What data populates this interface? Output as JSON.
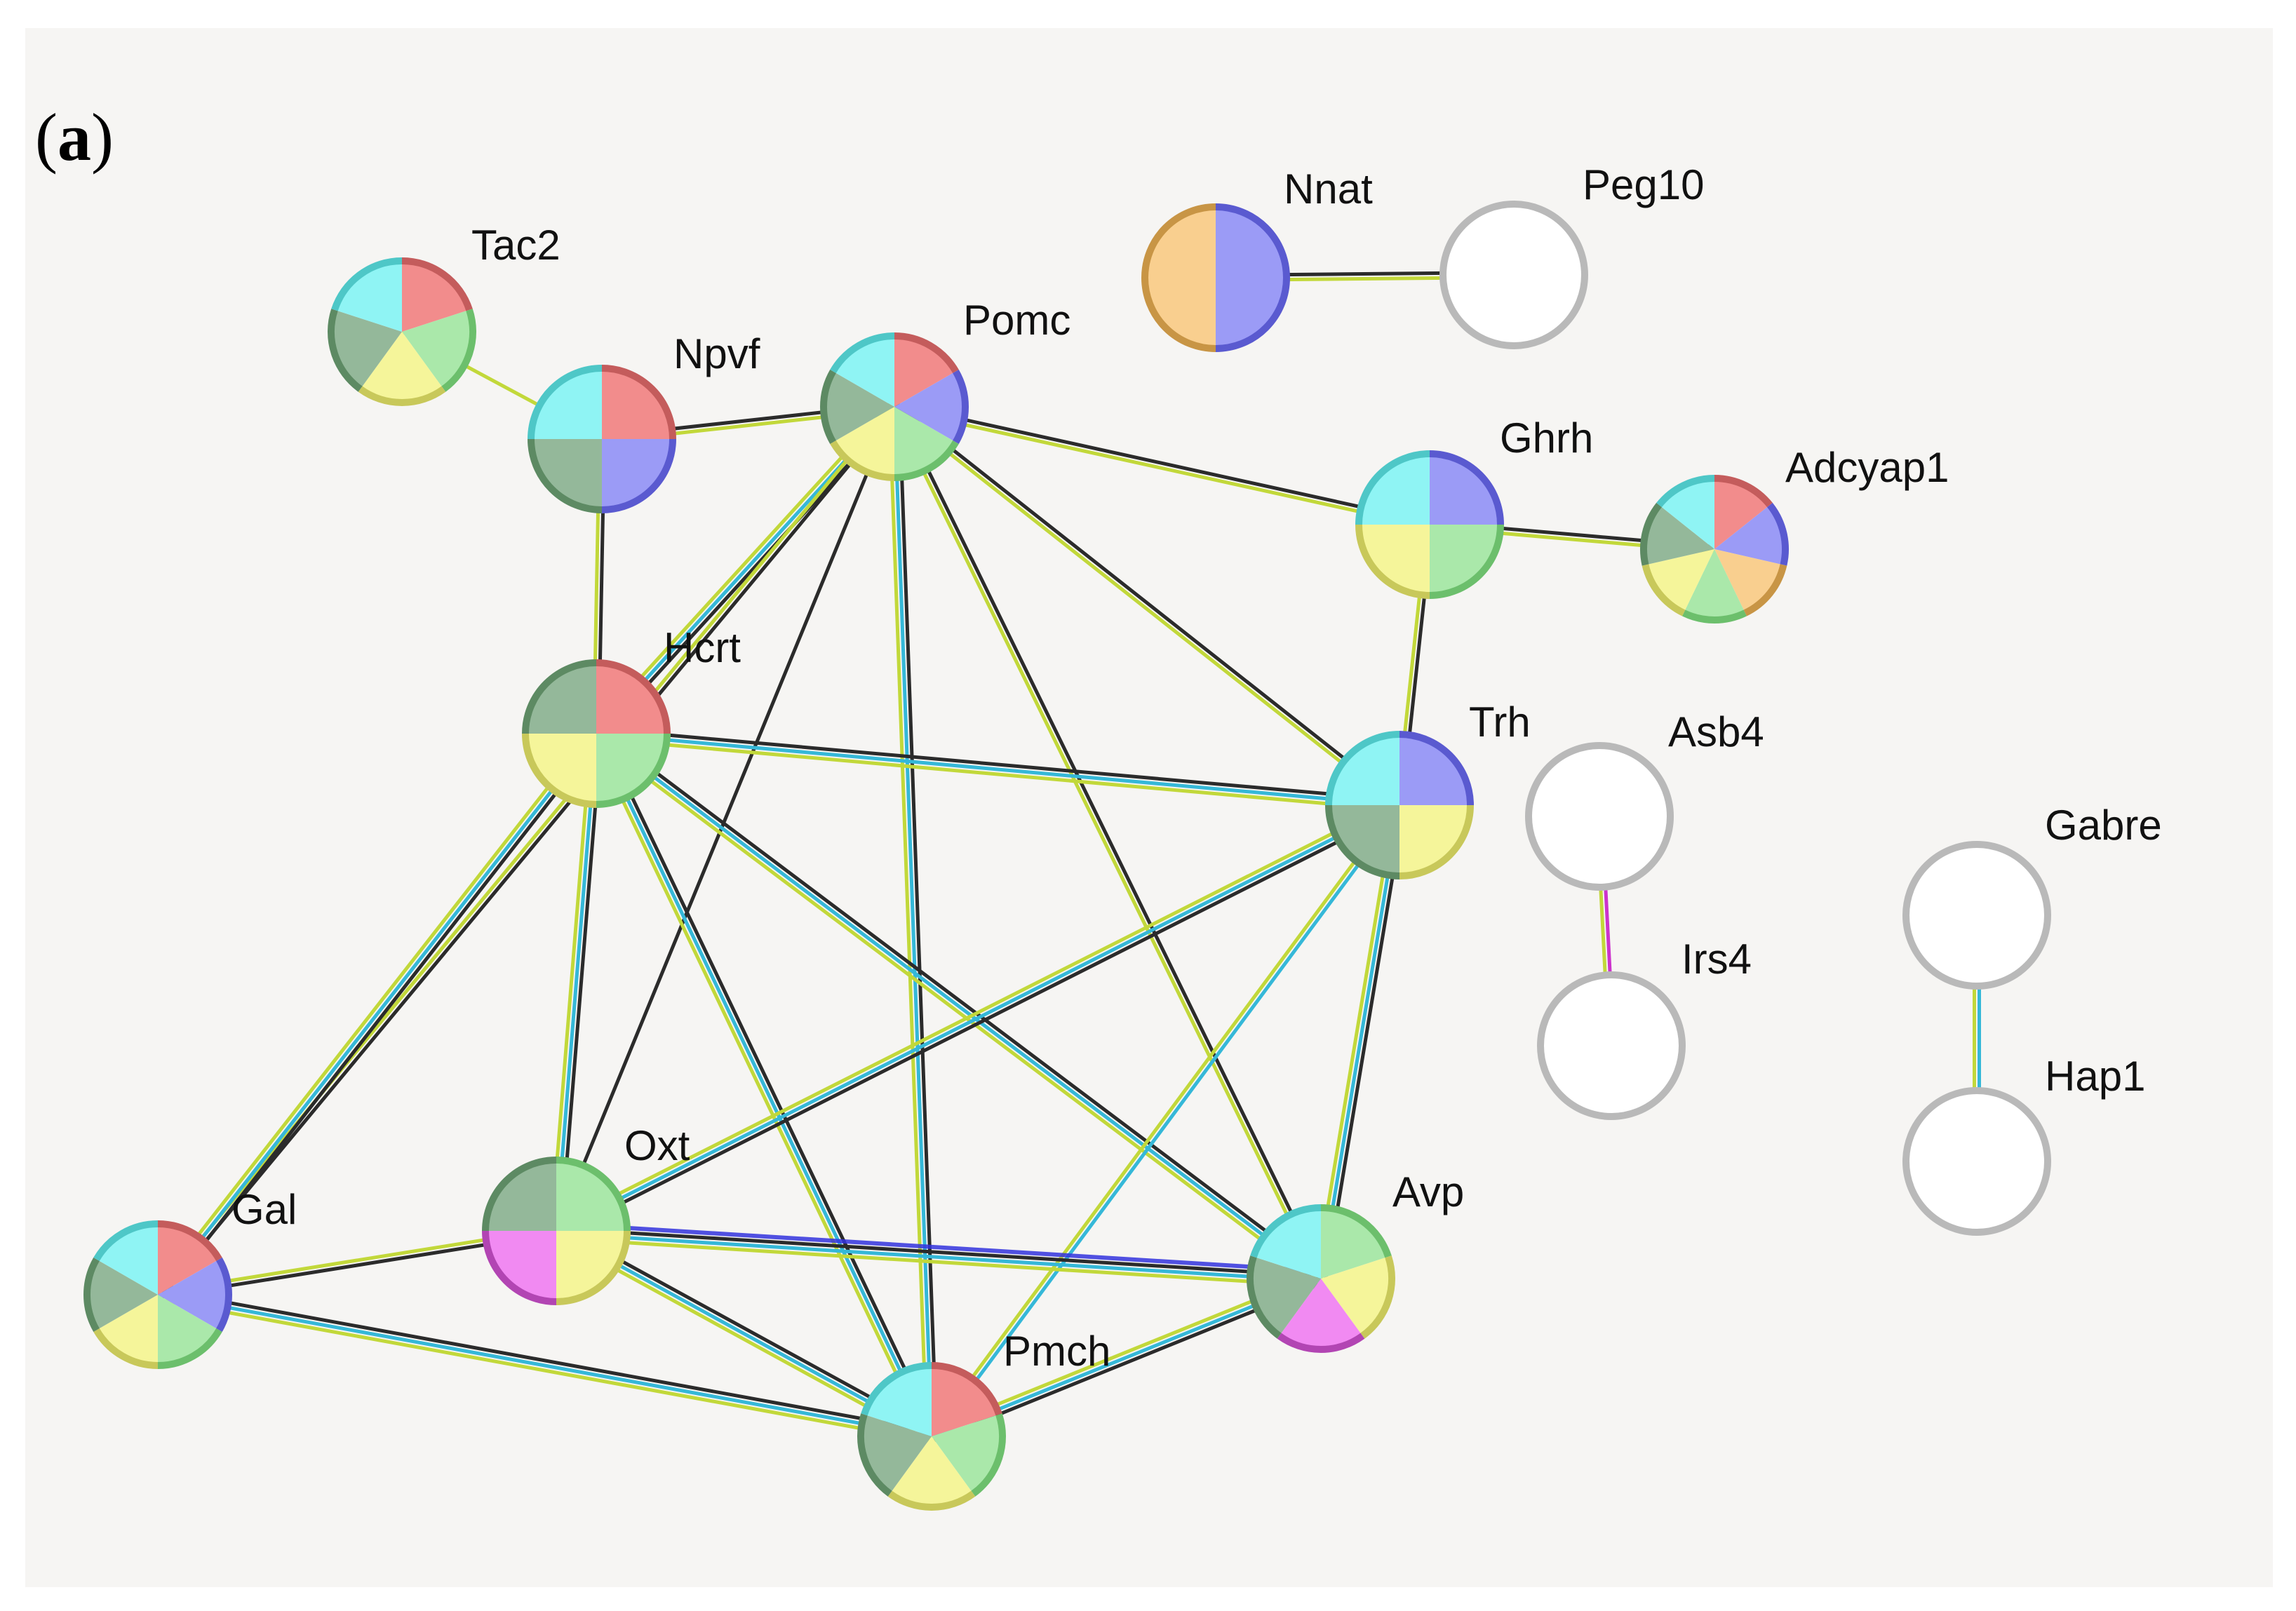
{
  "panel": {
    "label_open": "(",
    "label_letter": "a",
    "label_close": ")"
  },
  "colors": {
    "red": "#f28c8c",
    "cyan": "#8ff4f4",
    "blue": "#9b9bf6",
    "green": "#aae8aa",
    "darkgreen": "#94b89a",
    "yellow": "#f5f59a",
    "orange": "#f9cf8f",
    "magenta": "#f18af2",
    "white": "#ffffff",
    "edge_text_mining": "#c2d83a",
    "edge_coexpression": "#2b2b2b",
    "edge_database": "#35b8d8",
    "edge_experimental": "#cc33cc",
    "edge_homology": "#3333dd"
  },
  "nodes": [
    {
      "id": "Tac2",
      "label": "Tac2",
      "segments": [
        "red",
        "green",
        "yellow",
        "darkgreen",
        "cyan"
      ]
    },
    {
      "id": "Npvf",
      "label": "Npvf",
      "segments": [
        "red",
        "blue",
        "darkgreen",
        "cyan"
      ]
    },
    {
      "id": "Pomc",
      "label": "Pomc",
      "segments": [
        "red",
        "blue",
        "green",
        "yellow",
        "darkgreen",
        "cyan"
      ]
    },
    {
      "id": "Nnat",
      "label": "Nnat",
      "segments": [
        "blue",
        "orange"
      ]
    },
    {
      "id": "Peg10",
      "label": "Peg10",
      "segments": []
    },
    {
      "id": "Ghrh",
      "label": "Ghrh",
      "segments": [
        "blue",
        "green",
        "yellow",
        "cyan"
      ]
    },
    {
      "id": "Adcyap1",
      "label": "Adcyap1",
      "segments": [
        "red",
        "blue",
        "orange",
        "green",
        "yellow",
        "darkgreen",
        "cyan"
      ]
    },
    {
      "id": "Hcrt",
      "label": "Hcrt",
      "segments": [
        "red",
        "green",
        "yellow",
        "darkgreen"
      ]
    },
    {
      "id": "Trh",
      "label": "Trh",
      "segments": [
        "blue",
        "yellow",
        "darkgreen",
        "cyan"
      ]
    },
    {
      "id": "Asb4",
      "label": "Asb4",
      "segments": []
    },
    {
      "id": "Irs4",
      "label": "Irs4",
      "segments": []
    },
    {
      "id": "Gabre",
      "label": "Gabre",
      "segments": []
    },
    {
      "id": "Hap1",
      "label": "Hap1",
      "segments": []
    },
    {
      "id": "Oxt",
      "label": "Oxt",
      "segments": [
        "green",
        "yellow",
        "magenta",
        "darkgreen"
      ]
    },
    {
      "id": "Avp",
      "label": "Avp",
      "segments": [
        "green",
        "yellow",
        "magenta",
        "darkgreen",
        "cyan"
      ]
    },
    {
      "id": "Gal",
      "label": "Gal",
      "segments": [
        "red",
        "blue",
        "green",
        "yellow",
        "darkgreen",
        "cyan"
      ]
    },
    {
      "id": "Pmch",
      "label": "Pmch",
      "segments": [
        "red",
        "green",
        "yellow",
        "darkgreen",
        "cyan"
      ]
    }
  ],
  "edges": [
    {
      "from": "Tac2",
      "to": "Npvf",
      "types": [
        "edge_text_mining"
      ]
    },
    {
      "from": "Npvf",
      "to": "Pomc",
      "types": [
        "edge_coexpression",
        "edge_text_mining"
      ]
    },
    {
      "from": "Npvf",
      "to": "Hcrt",
      "types": [
        "edge_coexpression",
        "edge_text_mining"
      ]
    },
    {
      "from": "Nnat",
      "to": "Peg10",
      "types": [
        "edge_coexpression",
        "edge_text_mining"
      ]
    },
    {
      "from": "Pomc",
      "to": "Ghrh",
      "types": [
        "edge_coexpression",
        "edge_text_mining"
      ]
    },
    {
      "from": "Pomc",
      "to": "Hcrt",
      "types": [
        "edge_coexpression",
        "edge_database",
        "edge_text_mining"
      ]
    },
    {
      "from": "Pomc",
      "to": "Trh",
      "types": [
        "edge_coexpression",
        "edge_text_mining"
      ]
    },
    {
      "from": "Pomc",
      "to": "Oxt",
      "types": [
        "edge_coexpression"
      ]
    },
    {
      "from": "Pomc",
      "to": "Gal",
      "types": [
        "edge_coexpression",
        "edge_text_mining"
      ]
    },
    {
      "from": "Pomc",
      "to": "Pmch",
      "types": [
        "edge_coexpression",
        "edge_database",
        "edge_text_mining"
      ]
    },
    {
      "from": "Pomc",
      "to": "Avp",
      "types": [
        "edge_coexpression",
        "edge_text_mining"
      ]
    },
    {
      "from": "Ghrh",
      "to": "Adcyap1",
      "types": [
        "edge_coexpression",
        "edge_text_mining"
      ]
    },
    {
      "from": "Ghrh",
      "to": "Trh",
      "types": [
        "edge_coexpression",
        "edge_text_mining"
      ]
    },
    {
      "from": "Hcrt",
      "to": "Trh",
      "types": [
        "edge_coexpression",
        "edge_database",
        "edge_text_mining"
      ]
    },
    {
      "from": "Hcrt",
      "to": "Gal",
      "types": [
        "edge_coexpression",
        "edge_database",
        "edge_text_mining"
      ]
    },
    {
      "from": "Hcrt",
      "to": "Oxt",
      "types": [
        "edge_coexpression",
        "edge_database",
        "edge_text_mining"
      ]
    },
    {
      "from": "Hcrt",
      "to": "Pmch",
      "types": [
        "edge_coexpression",
        "edge_database",
        "edge_text_mining"
      ]
    },
    {
      "from": "Hcrt",
      "to": "Avp",
      "types": [
        "edge_coexpression",
        "edge_database",
        "edge_text_mining"
      ]
    },
    {
      "from": "Trh",
      "to": "Oxt",
      "types": [
        "edge_coexpression",
        "edge_database",
        "edge_text_mining"
      ]
    },
    {
      "from": "Trh",
      "to": "Avp",
      "types": [
        "edge_coexpression",
        "edge_database",
        "edge_text_mining"
      ]
    },
    {
      "from": "Trh",
      "to": "Pmch",
      "types": [
        "edge_database",
        "edge_text_mining"
      ]
    },
    {
      "from": "Asb4",
      "to": "Irs4",
      "types": [
        "edge_experimental",
        "edge_text_mining"
      ]
    },
    {
      "from": "Gabre",
      "to": "Hap1",
      "types": [
        "edge_database",
        "edge_text_mining"
      ]
    },
    {
      "from": "Oxt",
      "to": "Avp",
      "types": [
        "edge_homology",
        "edge_coexpression",
        "edge_database",
        "edge_text_mining"
      ]
    },
    {
      "from": "Oxt",
      "to": "Gal",
      "types": [
        "edge_coexpression",
        "edge_text_mining"
      ]
    },
    {
      "from": "Oxt",
      "to": "Pmch",
      "types": [
        "edge_coexpression",
        "edge_database",
        "edge_text_mining"
      ]
    },
    {
      "from": "Gal",
      "to": "Pmch",
      "types": [
        "edge_coexpression",
        "edge_database",
        "edge_text_mining"
      ]
    },
    {
      "from": "Avp",
      "to": "Pmch",
      "types": [
        "edge_coexpression",
        "edge_database",
        "edge_text_mining"
      ]
    }
  ]
}
